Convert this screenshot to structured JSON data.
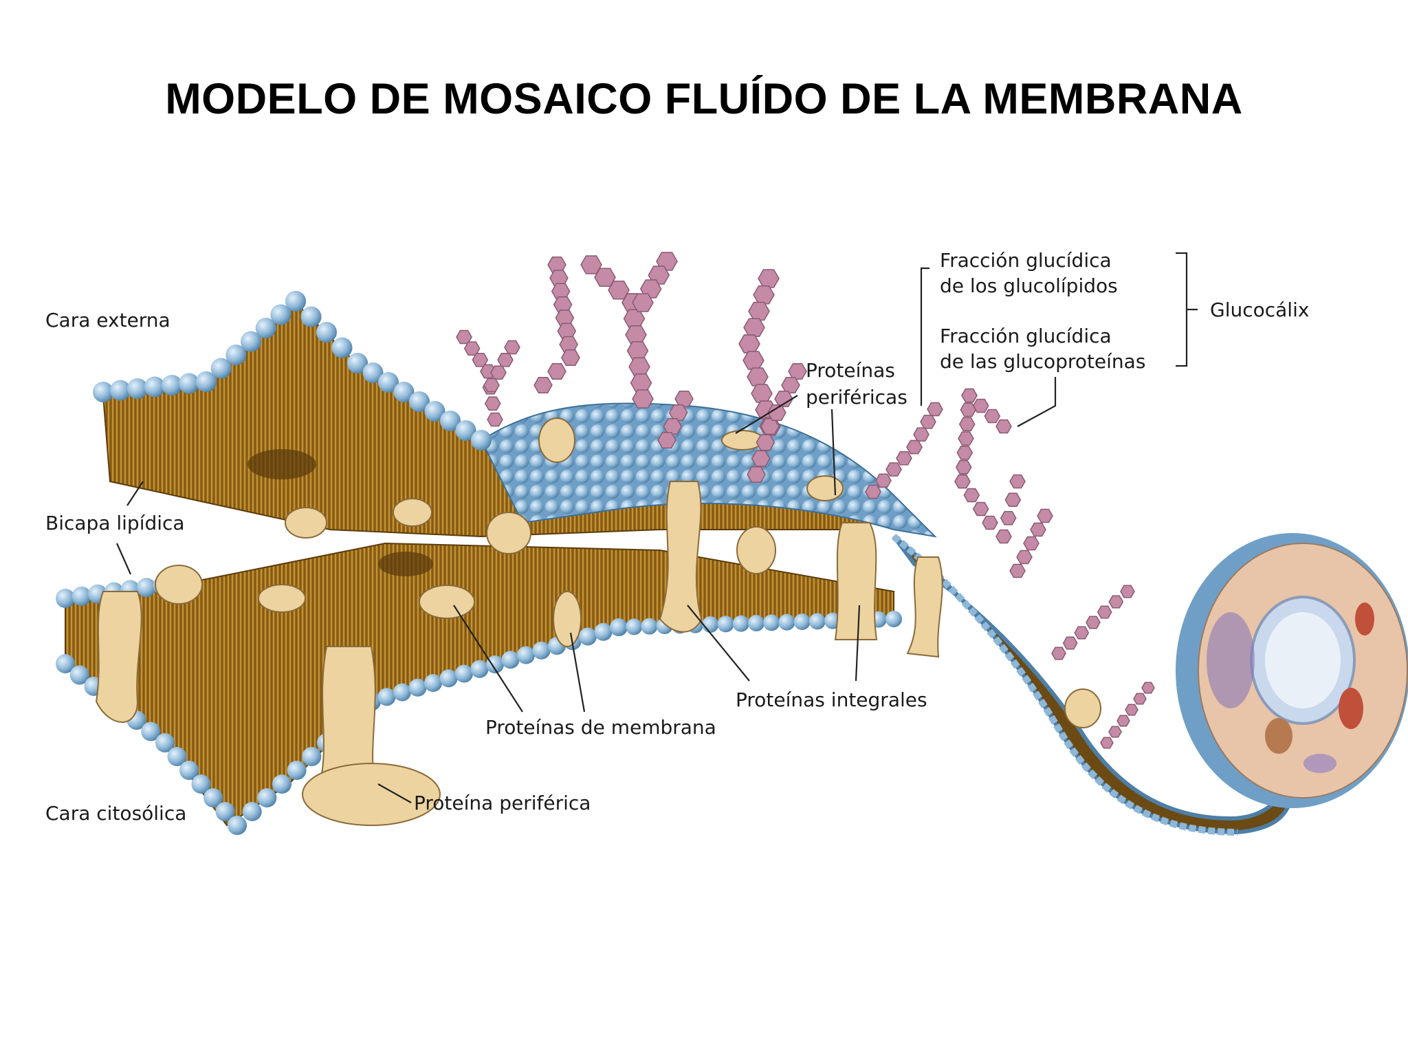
{
  "title": "MODELO DE MOSAICO FLUÍDO DE LA MEMBRANA",
  "labels": {
    "cara_externa": "Cara externa",
    "bicapa_lipidica": "Bicapa lipídica",
    "cara_citosolica": "Cara citosólica",
    "proteinas_perifericas_1": "Proteínas",
    "proteinas_perifericas_2": "periféricas",
    "fraccion_glucolipidos_1": "Fracción glucídica",
    "fraccion_glucolipidos_2": "de los glucolípidos",
    "fraccion_glucoproteinas_1": "Fracción glucídica",
    "fraccion_glucoproteinas_2": "de las glucoproteínas",
    "glucocalix": "Glucocálix",
    "proteinas_integrales": "Proteínas integrales",
    "proteinas_de_membrana": "Proteínas de membrana",
    "proteina_periferica": "Proteína periférica"
  },
  "colors": {
    "phosphate_head": "#8fb8d8",
    "lipid_tail": "#a8741a",
    "protein": "#ecd3a0",
    "carbohydrate": "#c48aa6",
    "cell_body": "#e8c4a8"
  }
}
